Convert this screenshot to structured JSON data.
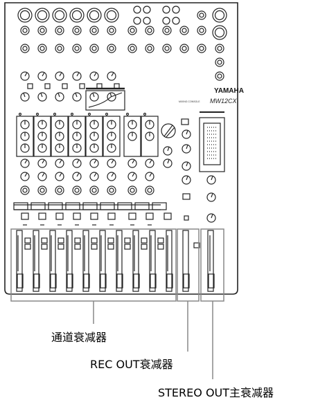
{
  "brand": {
    "logo_text": "YAMAHA",
    "small_caption": "MIXING CONSOLE",
    "model_text": "MW12CX"
  },
  "callouts": {
    "channel_faders": "通道衰减器",
    "rec_out_fader": "REC OUT衰减器",
    "stereo_out_fader": "STEREO OUT主衰减器"
  },
  "colors": {
    "line": "#222222",
    "panel_bg": "#ffffff",
    "callout_line": "#888888",
    "callout_box": "#9a9a9a"
  }
}
